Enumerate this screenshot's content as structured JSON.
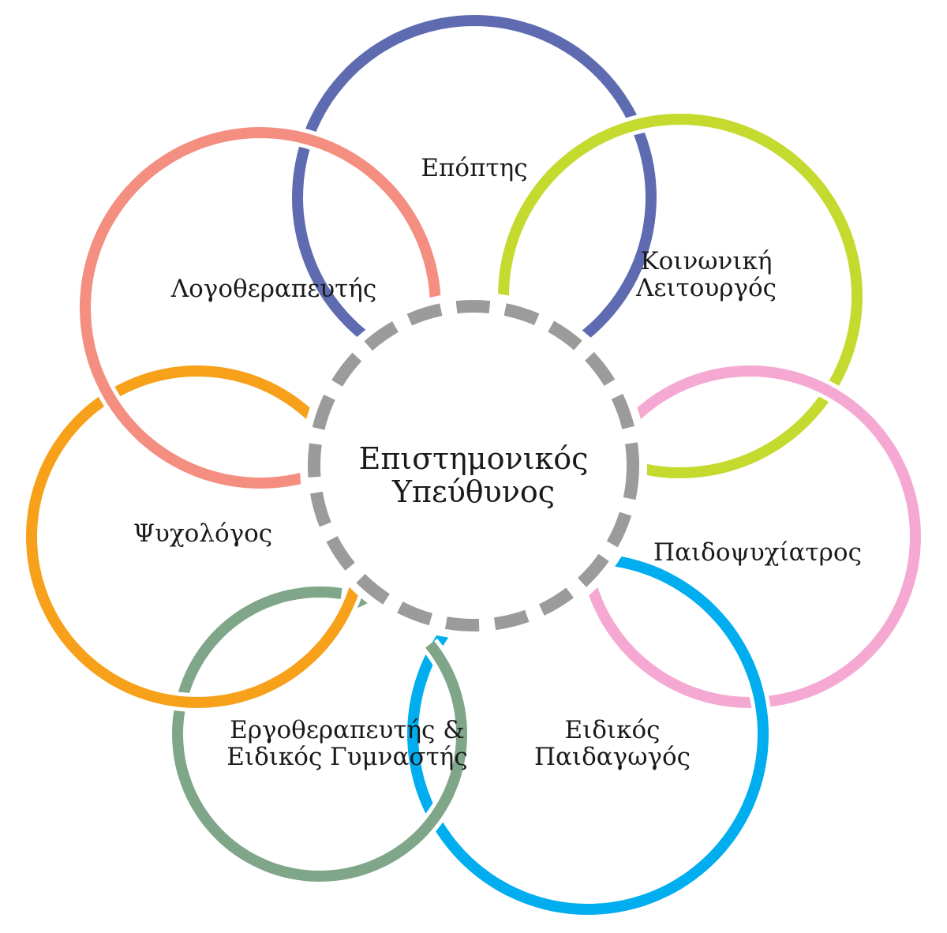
{
  "center": {
    "line1": "Επιστημονικός",
    "line2": "Υπεύθυνος"
  },
  "roles": [
    {
      "id": "epoptis",
      "lines": [
        "Επόπτης"
      ],
      "color": "#5E6BB0"
    },
    {
      "id": "koinoniki",
      "lines": [
        "Κοινωνική",
        "Λειτουργός"
      ],
      "color": "#C5DA2E"
    },
    {
      "id": "paidopsychiatros",
      "lines": [
        "Παιδοψυχίατρος"
      ],
      "color": "#F5A9D2"
    },
    {
      "id": "eidikos-paidagogos",
      "lines": [
        "Ειδικός",
        "Παιδαγωγός"
      ],
      "color": "#00AEEF"
    },
    {
      "id": "ergotherapeftis",
      "lines": [
        "Εργοθεραπευτής &",
        "Ειδικός Γυμναστής"
      ],
      "color": "#7FA688"
    },
    {
      "id": "psychologos",
      "lines": [
        "Ψυχολόγος"
      ],
      "color": "#F7A11B"
    },
    {
      "id": "logotherapeftis",
      "lines": [
        "Λογοθεραπευτής"
      ],
      "color": "#F48E80"
    }
  ],
  "colors": {
    "dash": "#9B9B9B",
    "halo": "#ffffff",
    "text": "#1a1a1a"
  }
}
